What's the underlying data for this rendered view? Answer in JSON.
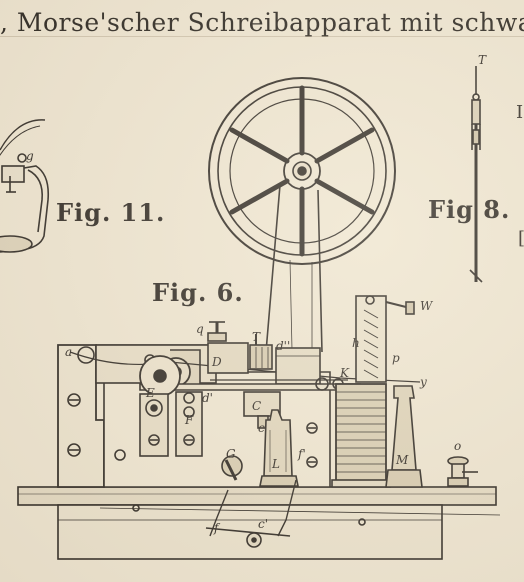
{
  "header": {
    "text": ", Morse'scher Schreibapparat mit schwarzer"
  },
  "figures": {
    "fig11_label": "Fig. 11.",
    "fig6_label": "Fig. 6.",
    "fig8_label": "Fig 8."
  },
  "letters": {
    "a": "a",
    "q": "q",
    "D": "D",
    "T": "T",
    "d2": "d''",
    "d1": "d'",
    "C": "C",
    "E": "E",
    "F": "F",
    "c": "c",
    "K": "K",
    "h": "h",
    "W": "W",
    "p": "p",
    "y": "y",
    "L": "L",
    "M": "M",
    "o": "o",
    "G": "G",
    "f": "f",
    "f2": "f'",
    "c2": "c'",
    "T8": "T",
    "g": "g"
  }
}
